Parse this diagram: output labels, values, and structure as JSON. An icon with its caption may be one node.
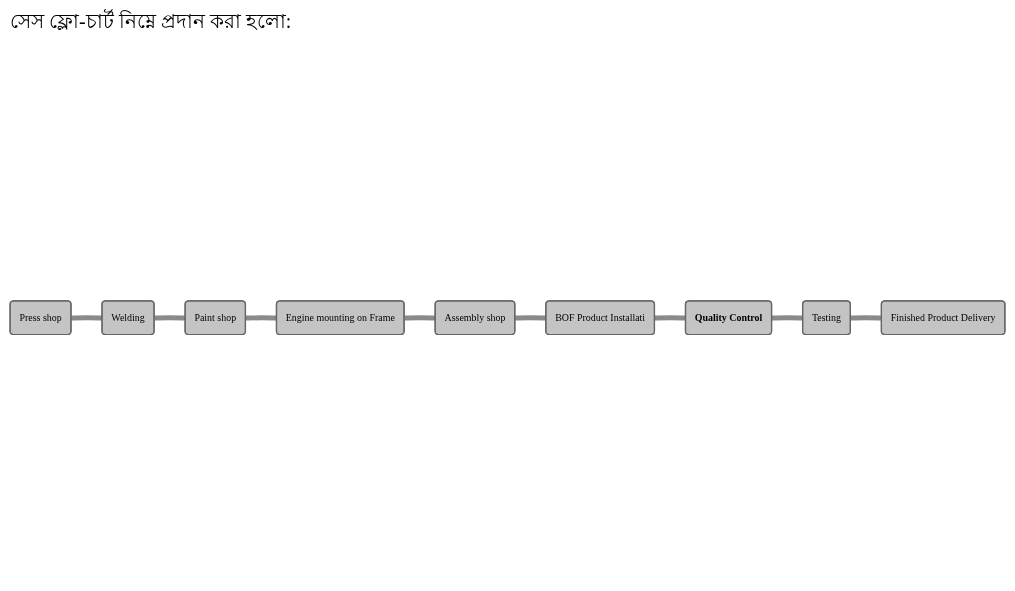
{
  "diagram": {
    "title": "সেস ফ্লো-চার্ট নিম্নে প্রদান করা হলো:",
    "nodes": [
      {
        "text": [
          "Press shop"
        ]
      },
      {
        "text": [
          "Welding"
        ]
      },
      {
        "text": [
          "BOF Product Installati"
        ]
      },
      {
        "text": [
          "Assembly shop"
        ]
      },
      {
        "text": [
          "Engine mounting on Frame"
        ]
      },
      {
        "text": [
          "Paint shop"
        ]
      },
      {
        "text": [
          "Quality Control"
        ]
      },
      {
        "text": [
          "Testing"
        ]
      },
      {
        "text": [
          "Finished Product Delivery"
        ]
      }
    ],
    "edges": [
      {
        "from": 0,
        "to": 1,
        "arrow": "none"
      },
      {
        "from": 1,
        "to": 5,
        "arrow": "none"
      },
      {
        "from": 5,
        "to": 4,
        "arrow": "none"
      },
      {
        "from": 4,
        "to": 3,
        "arrow": "none"
      },
      {
        "from": 3,
        "to": 2,
        "arrow": "none"
      },
      {
        "from": 2,
        "to": 6,
        "arrow": "none"
      },
      {
        "from": 6,
        "to": 7,
        "arrow": "none"
      },
      {
        "from": 7,
        "to": 8,
        "arrow": "none"
      }
    ]
  }
}
